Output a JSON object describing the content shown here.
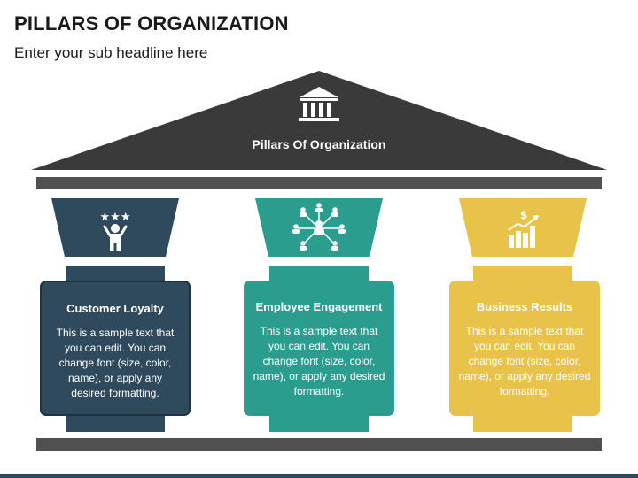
{
  "title": "PILLARS OF ORGANIZATION",
  "subtitle": "Enter your sub headline here",
  "roof": {
    "label": "Pillars Of Organization",
    "icon": "bank-building-icon"
  },
  "colors": {
    "roof": "#3a3a3a",
    "beam": "#505050",
    "loyalty": "#2e4a5c",
    "engagement": "#2a9d8f",
    "results": "#e9c349"
  },
  "pillars": [
    {
      "title": "Customer Loyalty",
      "text": "This is a sample text that you can edit. You can change font (size, color, name), or apply any desired formatting.",
      "icon": "person-stars-icon"
    },
    {
      "title": "Employee Engagement",
      "text": "This is a sample text that you can edit. You can change font (size, color, name), or apply any desired formatting.",
      "icon": "network-people-icon"
    },
    {
      "title": "Business Results",
      "text": "This is a sample text that you can edit. You can change font (size, color, name), or apply any desired formatting.",
      "icon": "growth-chart-icon"
    }
  ]
}
